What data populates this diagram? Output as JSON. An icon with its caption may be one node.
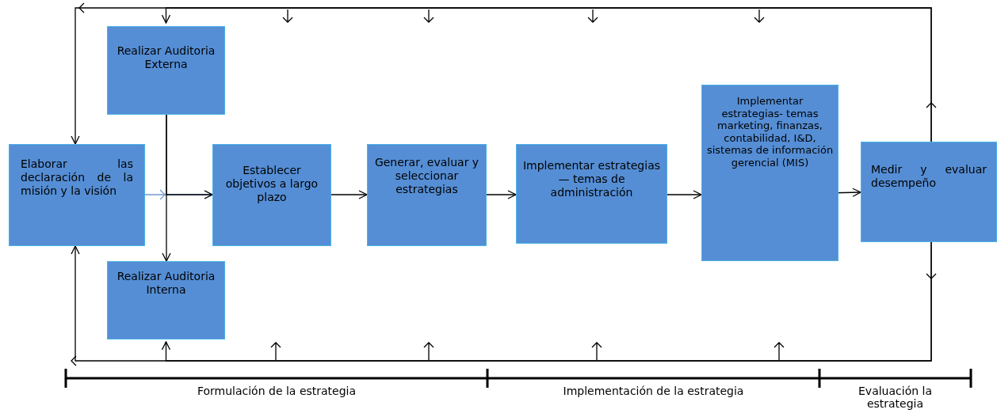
{
  "diagram": {
    "nodes": [
      {
        "text": [
          "Realizar Auditoria Externa"
        ]
      },
      {
        "text": [
          "Elaborar las declaración de la misión y la visión"
        ]
      },
      {
        "text": [
          "Establecer objetivos a largo plazo"
        ]
      },
      {
        "text": [
          "Generar, evaluar y seleccionar estrategias"
        ]
      },
      {
        "text": [
          "Implementar estrategias — temas de administración"
        ]
      },
      {
        "text": [
          "Implementar estrategias- temas marketing, finanzas, contabilidad, I&D, sistemas de información gerencial (MIS)"
        ]
      },
      {
        "text": [
          "Medir y evaluar desempeño"
        ]
      },
      {
        "text": [
          "Realizar Auditoria Interna"
        ]
      }
    ],
    "edges": [
      {
        "from": 1,
        "to": 2,
        "arrow": "to",
        "color": "#6f9bd1"
      },
      {
        "from": 0,
        "to": 7,
        "arrow": "to"
      },
      {
        "from": 0,
        "to": 2,
        "arrow": "to"
      },
      {
        "from": 2,
        "to": 3,
        "arrow": "to"
      },
      {
        "from": 3,
        "to": 4,
        "arrow": "to"
      },
      {
        "from": 4,
        "to": 5,
        "arrow": "to"
      },
      {
        "from": 5,
        "to": 6,
        "arrow": "to"
      },
      {
        "from": 6,
        "to": 1,
        "arrow": "to"
      },
      {
        "from": 6,
        "to": 1,
        "arrow": "to"
      },
      {
        "from": 6,
        "to": 0,
        "arrow": "to"
      },
      {
        "from": 6,
        "to": 7,
        "arrow": "to"
      }
    ],
    "labels": [
      "Formulación de la estrategia",
      "Implementación de la estrategia",
      "Evaluación la estrategia"
    ]
  }
}
